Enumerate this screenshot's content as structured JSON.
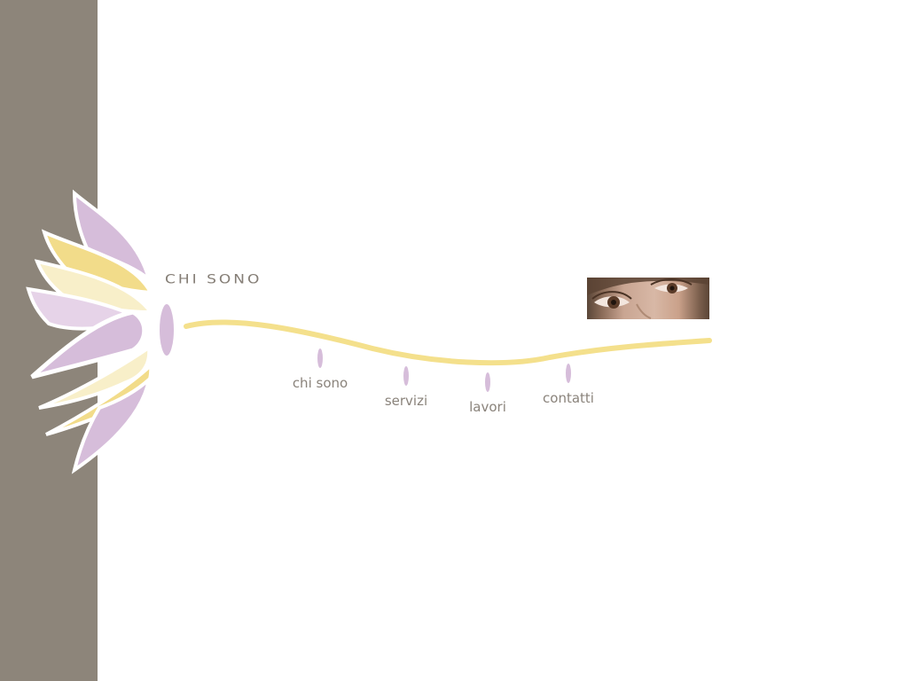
{
  "header": {
    "title": "CHI SONO"
  },
  "nav": {
    "items": [
      {
        "label": "chi sono"
      },
      {
        "label": "servizi"
      },
      {
        "label": "lavori"
      },
      {
        "label": "contatti"
      }
    ]
  },
  "colors": {
    "sidebar": "#8d857a",
    "stem": "#f4e08c",
    "petal_lilac": "#d6bdda",
    "petal_yellow": "#f2dc8a",
    "petal_cream": "#f8efc9",
    "text": "#8a837b"
  },
  "photo": {
    "description_icon": "eyes-photo"
  }
}
